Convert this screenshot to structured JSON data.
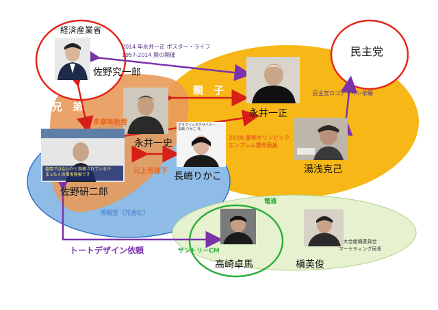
{
  "colors": {
    "yellow_region": "#f7b716",
    "orange_region": "#e89a5a",
    "blue_region": "#8fbce6",
    "green_region": "#e6f2cf",
    "red_border": "#e2261a",
    "blue_border": "#2f6fc7",
    "green_border": "#2eae3a",
    "purple_arrow": "#7b33a9",
    "red_arrow": "#d71f1a",
    "label_orange": "#e8681f",
    "label_green": "#2eae3a",
    "label_blue": "#5a8fd6",
    "label_purple": "#7b33a9"
  },
  "nodes": {
    "ministry": "経済産業省",
    "party": "民主党",
    "sano_kenichiro": "佐野究一郎",
    "nagai_kazumasa": "永井一正",
    "nagai_kazufumi": "永井一史",
    "yuasa": "湯浅克己",
    "sano_kenjiro": "佐野研二郎",
    "nagashima": "長嶋りかこ",
    "takasaki": "高崎卓馬",
    "maki": "槇英俊"
  },
  "labels": {
    "poster_event": "2014 年永井一正 ポスター・ライフ\n1957-2014 展の開催",
    "brothers": "兄　弟",
    "parent_child": "親　子",
    "tama_professor": "多摩美教授",
    "former_subordinate": "元上司部下",
    "olympic_committee": "2020 夏季オリンピック\nエンブレム選考委員",
    "party_logo": "民主党ロゴデザイン依頼",
    "dentsu": "電通",
    "hakuhodo": "博報堂（元含む）",
    "suntory": "サントリーCM",
    "tote_bag": "トートデザイン依頼",
    "committee_marketing": "大会組織委員会\nマーケティング局長"
  },
  "photo_captions": {
    "nagashima_small": "グラフィックデザイナー\n長嶋 りかこ 氏",
    "tv_top": "",
    "tv_bottom": "盗用ではないかと指摘されているが\nまったくの事実無根です"
  },
  "icons": {
    "person": "person-silhouette-icon",
    "arrow": "double-arrow-icon"
  }
}
